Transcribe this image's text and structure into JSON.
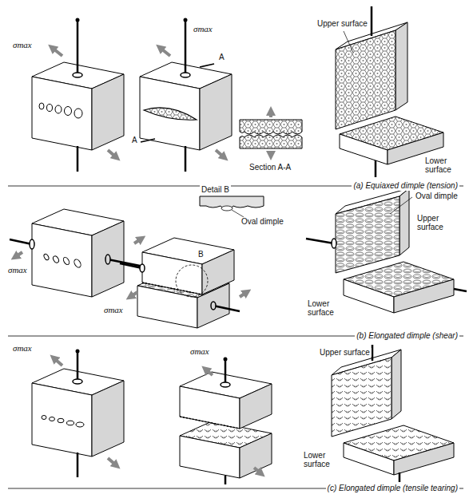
{
  "diagram": {
    "labels": [
      "σmax",
      "σmax",
      "A",
      "Upper surface",
      "A",
      "Section A-A",
      "Lower surface",
      "(a) Equiaxed dimple (tension)",
      "Detail B",
      "Oval dimple",
      "Upper surface",
      "Oval dimple",
      "B",
      "σmax",
      "σmax",
      "Lower surface",
      "(b) Elongated dimple (shear)",
      "σmax",
      "σmax",
      "Upper surface",
      "Lower surface",
      "(c) Elongated dimple (tensile tearing)"
    ]
  }
}
